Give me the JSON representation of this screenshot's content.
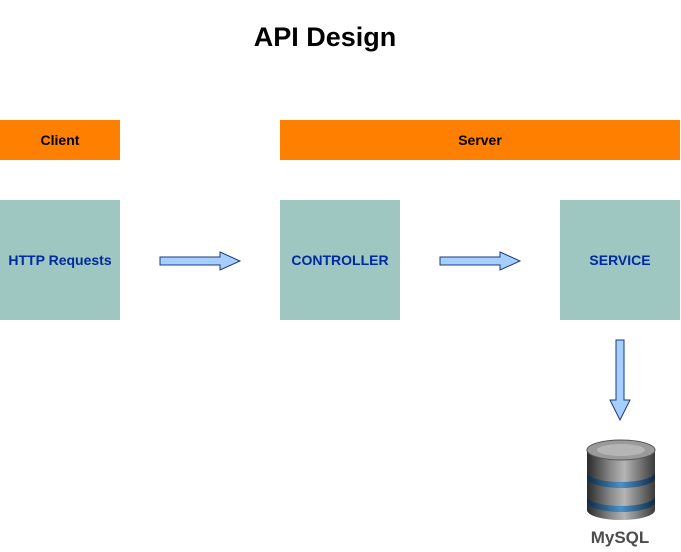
{
  "title": "API Design",
  "bands": {
    "client": "Client",
    "server": "Server"
  },
  "boxes": {
    "http_requests": "HTTP Requests",
    "controller": "CONTROLLER",
    "service": "SERVICE"
  },
  "database": {
    "label": "MySQL",
    "icon": "database-icon"
  },
  "colors": {
    "band": "#ff8000",
    "box": "#9dc7c0",
    "box_text": "#002aa0",
    "arrow_fill": "#a6ceff",
    "arrow_stroke": "#1a3a7a"
  }
}
